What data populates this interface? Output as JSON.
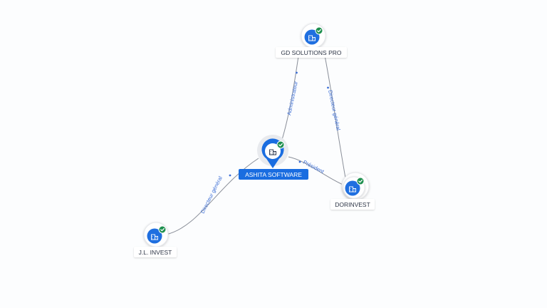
{
  "nodes": {
    "main": {
      "label": "ASHITA SOFTWARE",
      "icon": "building-icon",
      "status": "check-icon"
    },
    "gd": {
      "label": "GD SOLUTIONS PRO",
      "icon": "building-icon",
      "status": "check-icon"
    },
    "dorinvest": {
      "label": "DORINVEST",
      "icon": "building-icon",
      "status": "check-icon"
    },
    "jl": {
      "label": "J.L. INVEST",
      "icon": "building-icon",
      "status": "check-icon"
    }
  },
  "edges": {
    "administrateur": {
      "label": "Administrateur"
    },
    "directeur_gd": {
      "label": "Directeur général"
    },
    "president": {
      "label": "Président"
    },
    "directeur_jl": {
      "label": "Directeur général"
    }
  },
  "colors": {
    "accent": "#1a6de0",
    "status_ok": "#1e8f4e",
    "edge_text": "#3d6fd6"
  }
}
